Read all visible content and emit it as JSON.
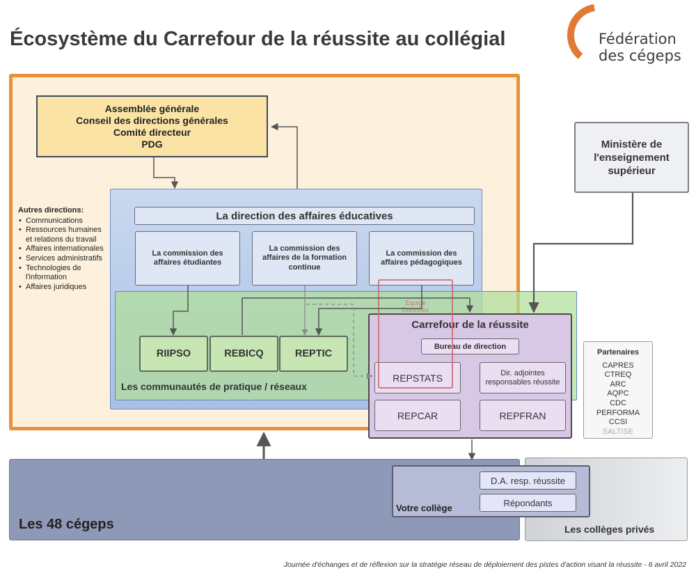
{
  "title": "Écosystème du Carrefour de la réussite au  collégial",
  "logo": {
    "line1": "Fédération",
    "line2": "des cégeps"
  },
  "governance": {
    "lines": [
      "Assemblée générale",
      "Conseil des directions générales",
      "Comité directeur",
      "PDG"
    ]
  },
  "autres_directions": {
    "heading": "Autres directions:",
    "items": [
      "Communications",
      "Ressources humaines et relations du travail",
      "Affaires internationales",
      "Services administratifs",
      "Technologies de l'information",
      "Affaires juridiques"
    ]
  },
  "direction": {
    "label": "La direction des affaires éducatives"
  },
  "commissions": [
    "La commission des affaires étudiantes",
    "La commission des affaires de la formation continue",
    "La commission des affaires pédagogiques"
  ],
  "communities": {
    "label": "Les communautés de pratique / réseaux",
    "networks": [
      "RIIPSO",
      "REBICQ",
      "REPTIC"
    ]
  },
  "equipe_donnees": [
    "Équipe",
    "Données"
  ],
  "carrefour": {
    "title": "Carrefour de la réussite",
    "bureau": "Bureau de direction",
    "items": [
      "REPSTATS",
      "Dir. adjointes responsables  réussite",
      "REPCAR",
      "REPFRAN"
    ]
  },
  "ministere": {
    "label": "Ministère de l'enseignement supérieur"
  },
  "partenaires": {
    "heading": "Partenaires",
    "items": [
      "CAPRES",
      "CTREQ",
      "ARC",
      "AQPC",
      "CDC",
      "PERFORMA",
      "CCSI",
      "SALTISE"
    ]
  },
  "cegeps": {
    "label": "Les 48 cégeps"
  },
  "colleges_prives": {
    "label": "Les collèges privés"
  },
  "votre_college": {
    "label": "Votre collège",
    "items": [
      "D.A. resp. réussite",
      "Répondants"
    ]
  },
  "footer": "Journée d'échanges et de réflexion sur la stratégie réseau de déploiement des pistes d'action visant la réussite - 6 avril 2022",
  "colors": {
    "orange_frame": "#e8913a",
    "governance_fill": "#fbe3a6",
    "blue_panel": "#a9bfe3",
    "green_panel": "#b0de9a",
    "carrefour_fill": "#d8c8e6",
    "cegeps_fill": "#8e98b7",
    "logo_arc": "#e07a35"
  }
}
